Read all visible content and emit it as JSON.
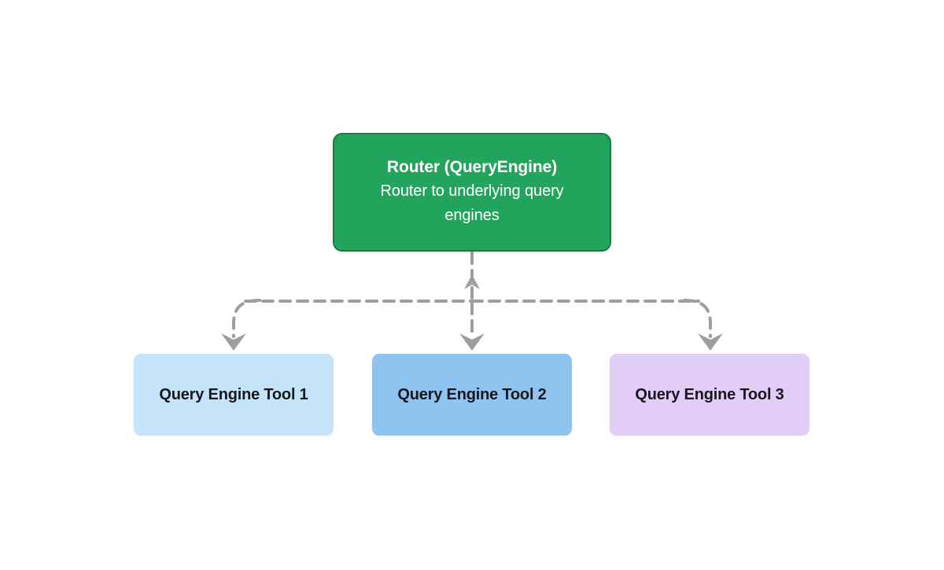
{
  "diagram": {
    "type": "flow-diagram",
    "background_color": "#ffffff",
    "connector_color": "#9e9e9e",
    "router": {
      "title": "Router (QueryEngine)",
      "subtitle": "Router to underlying query engines",
      "fill_color": "#22a45d",
      "border_color": "#157f42",
      "text_color": "#ffffff"
    },
    "tools": [
      {
        "label": "Query Engine Tool 1",
        "fill_color": "#c5e4fa",
        "text_color": "#17181c"
      },
      {
        "label": "Query Engine Tool 2",
        "fill_color": "#8fc4f0",
        "text_color": "#17181c"
      },
      {
        "label": "Query Engine Tool 3",
        "fill_color": "#e2cdf7",
        "text_color": "#17181c"
      }
    ],
    "edges": [
      {
        "from": "Router (QueryEngine)",
        "to": "Query Engine Tool 1",
        "style": "dashed",
        "arrow": "down"
      },
      {
        "from": "Router (QueryEngine)",
        "to": "Query Engine Tool 2",
        "style": "dashed",
        "arrow": "down"
      },
      {
        "from": "Router (QueryEngine)",
        "to": "Query Engine Tool 3",
        "style": "dashed",
        "arrow": "down"
      },
      {
        "from": "junction",
        "to": "Router (QueryEngine)",
        "style": "dashed",
        "arrow": "up"
      }
    ]
  }
}
